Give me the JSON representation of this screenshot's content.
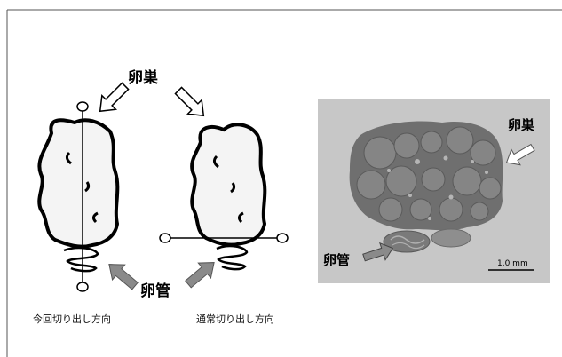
{
  "labels": {
    "ovary": "卵巣",
    "oviduct": "卵管",
    "caption_left": "今回切り出し方向",
    "caption_right": "通常切り出し方向",
    "scale_bar": "1.0 mm"
  },
  "colors": {
    "photo_bg": "#c7c7c7",
    "tissue_dark": "#6f6f6f",
    "tissue_mid": "#878787",
    "outline": "#000000",
    "arrow_gray": "#8a8a8a"
  },
  "icons": {
    "ovary_arrow": "hollow-arrow",
    "oviduct_arrow": "gray-filled-arrow"
  }
}
